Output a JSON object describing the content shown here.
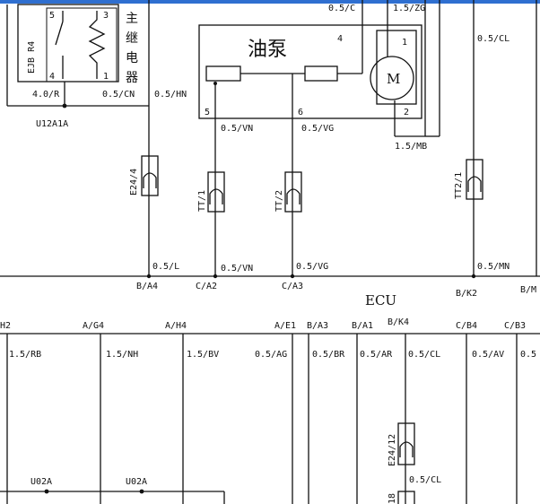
{
  "top_bar_color": "#2f6fd0",
  "relay": {
    "name": "EJB R4",
    "title_chars": [
      "主",
      "继",
      "电",
      "器"
    ],
    "pin_5": "5",
    "pin_3": "3",
    "pin_4": "4",
    "pin_1": "1",
    "wire_left": "4.0/R",
    "wire_right": "0.5/CN",
    "ground": "U12A1A"
  },
  "pump": {
    "title": "油泵",
    "motor": "M",
    "pin_4": "4",
    "pin_1": "1",
    "pin_2": "2",
    "pin_5": "5",
    "pin_6": "6",
    "wire_vn": "0.5/VN",
    "wire_vg": "0.5/VG",
    "wire_mb": "1.5/MB",
    "wire_top_left": "0.5/C",
    "wire_top_right": "1.5/ZG"
  },
  "upper_wires": {
    "hn": "0.5/HN",
    "cl": "0.5/CL"
  },
  "connectors": {
    "e24_4": "E24/4",
    "tt_1": "TT/1",
    "tt_2": "TT/2",
    "tt2_1": "TT2/1",
    "e24_12": "E24/12",
    "e18": "18"
  },
  "bus": {
    "wire_l": "0.5/L",
    "wire_vn": "0.5/VN",
    "wire_vg": "0.5/VG",
    "wire_mn": "0.5/MN",
    "pin_b_a4": "B/A4",
    "pin_c_a2": "C/A2",
    "pin_c_a3": "C/A3",
    "pin_b_k2": "B/K2",
    "pin_b_m": "B/M",
    "ecu": "ECU"
  },
  "lower_pins": {
    "h2": "H2",
    "a_g4": "A/G4",
    "a_h4": "A/H4",
    "a_e1": "A/E1",
    "b_a3": "B/A3",
    "b_a1": "B/A1",
    "b_k4": "B/K4",
    "c_b4": "C/B4",
    "c_b3": "C/B3"
  },
  "lower_wires": {
    "rb": "1.5/RB",
    "nh": "1.5/NH",
    "bv": "1.5/BV",
    "ag": "0.5/AG",
    "br": "0.5/BR",
    "ar": "0.5/AR",
    "cl": "0.5/CL",
    "av": "0.5/AV",
    "cut": "0.5",
    "cl_lower": "0.5/CL"
  },
  "grounds": {
    "u02a_1": "U02A",
    "u02a_2": "U02A"
  }
}
